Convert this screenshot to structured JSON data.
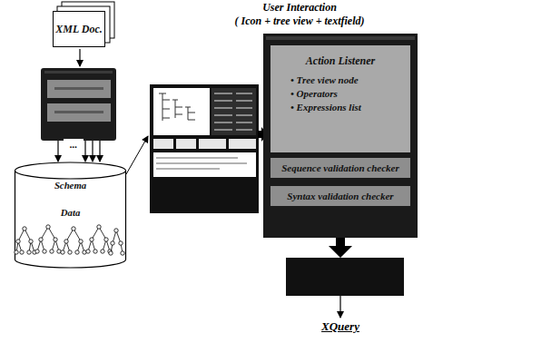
{
  "diagram": {
    "nodes": [
      {
        "text": [
          "XML Doc."
        ]
      },
      {
        "text": [
          "Schema",
          "Data"
        ]
      },
      {
        "text": [
          "Action Listener",
          "• Tree view node",
          "• Operators",
          "• Expressions list"
        ]
      },
      {
        "text": [
          "Sequence validation checker"
        ]
      },
      {
        "text": [
          "Syntax validation checker"
        ]
      }
    ],
    "labels": [
      "User Interaction",
      "( Icon + tree view + textfield)",
      "...",
      "XQuery"
    ]
  }
}
